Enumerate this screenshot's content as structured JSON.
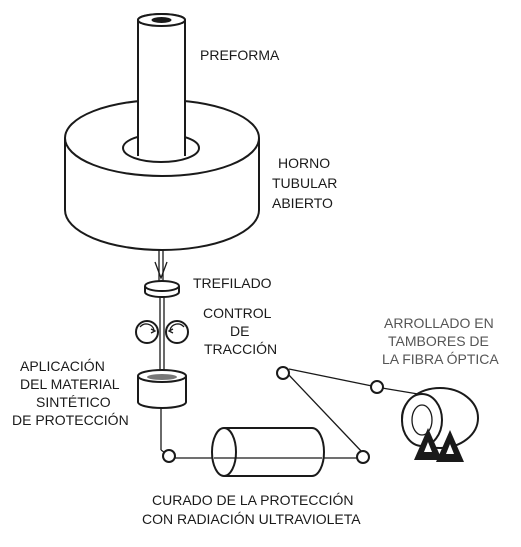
{
  "labels": {
    "preforma": "PREFORMA",
    "horno": [
      "HORNO",
      "TUBULAR",
      "ABIERTO"
    ],
    "trefilado": "TREFILADO",
    "control": [
      "CONTROL",
      "DE",
      "TRACCIÓN"
    ],
    "aplicacion": [
      "APLICACIÓN",
      "DEL MATERIAL",
      "SINTÉTICO",
      "DE PROTECCIÓN"
    ],
    "arrollado": [
      "ARROLLADO EN",
      "TAMBORES DE",
      "LA FIBRA ÓPTICA"
    ],
    "curado": [
      "CURADO DE LA PROTECCIÓN",
      "CON RADIACIÓN ULTRAVIOLETA"
    ]
  }
}
